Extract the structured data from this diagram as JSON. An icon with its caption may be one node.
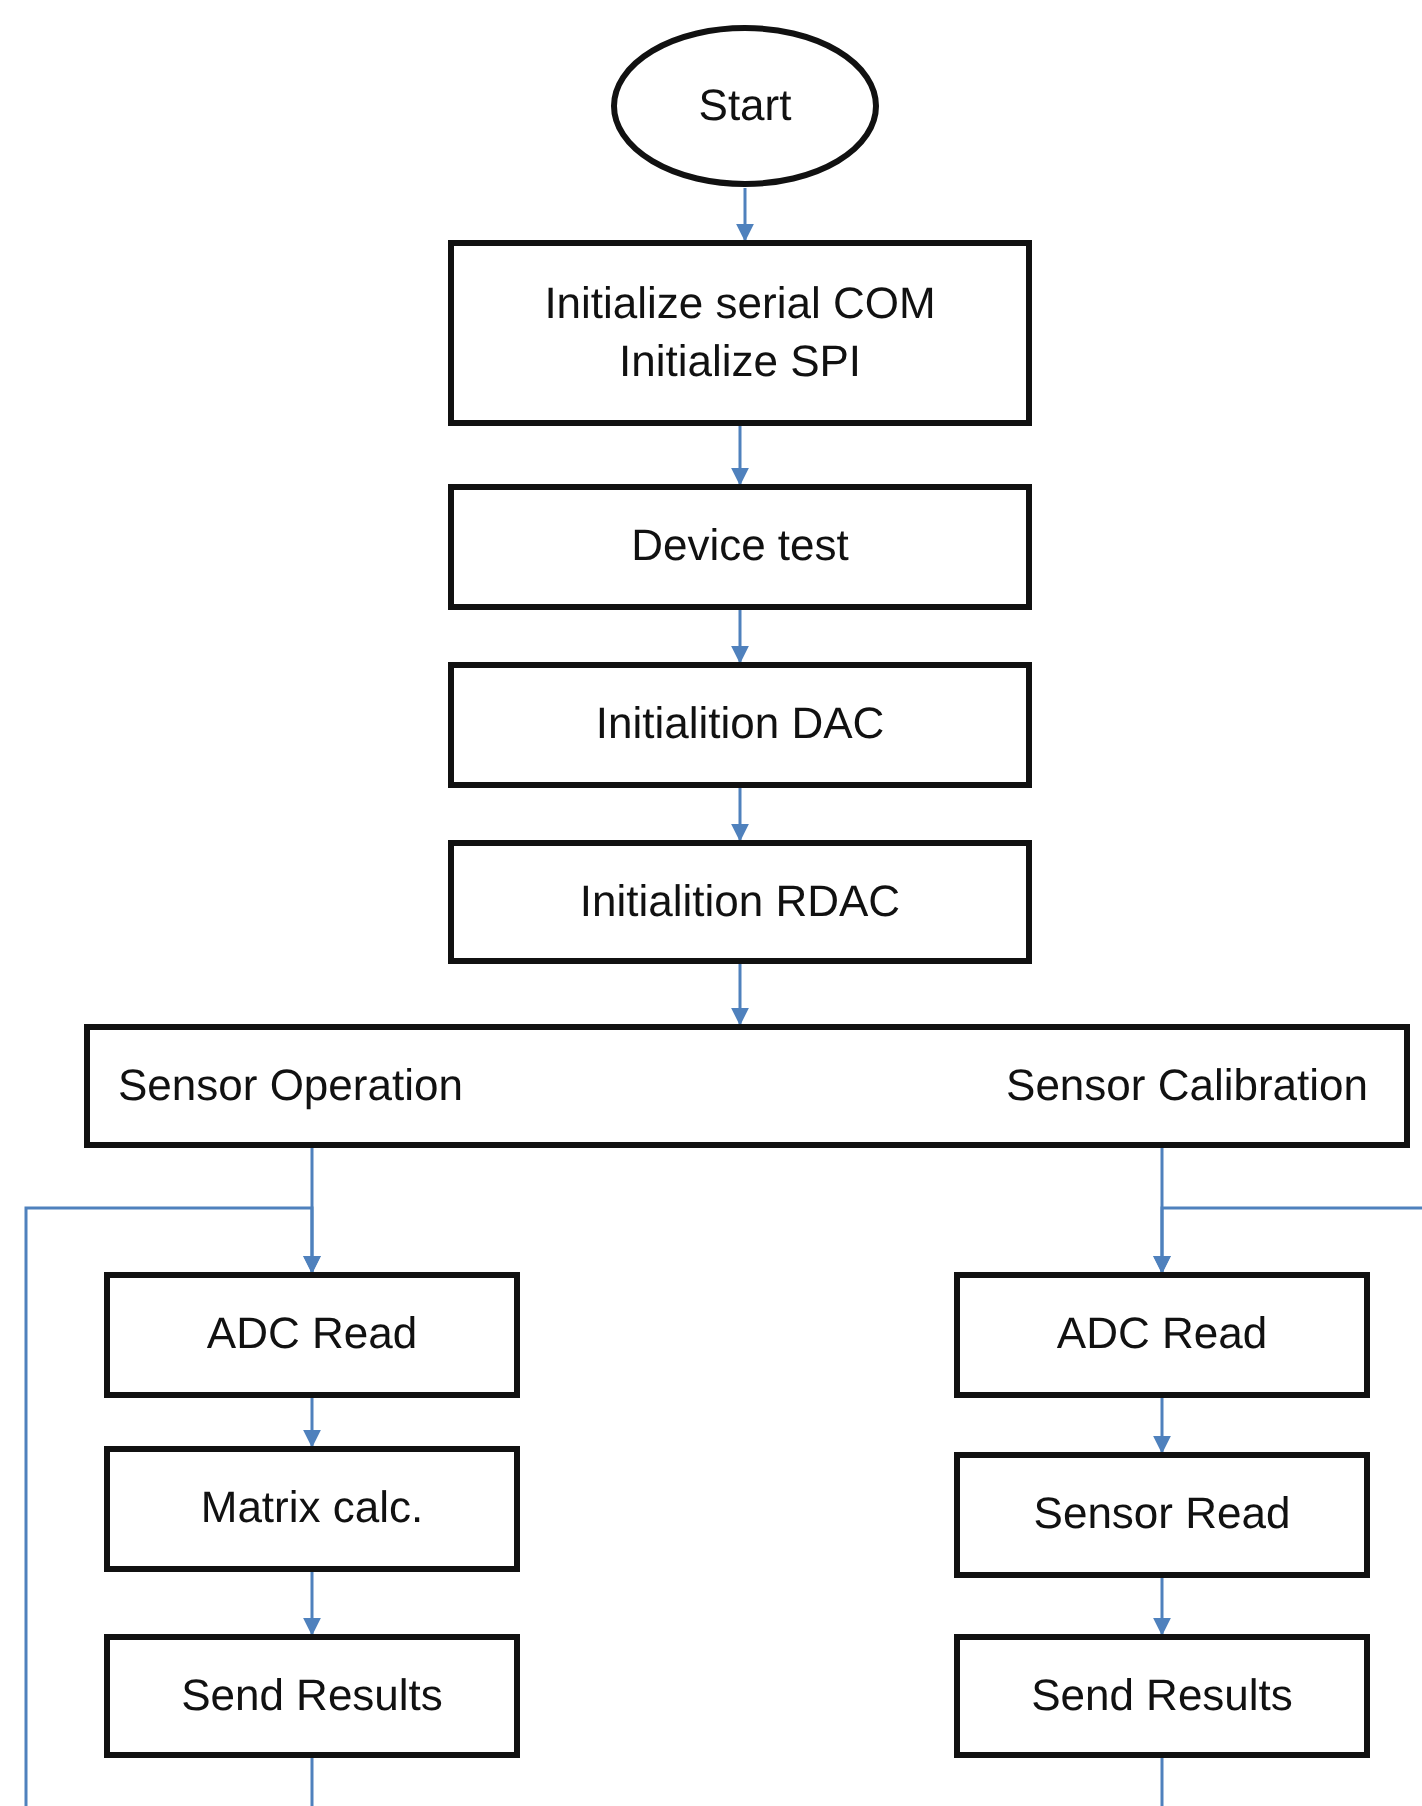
{
  "diagram": {
    "nodes": [
      {
        "text": [
          "Start"
        ]
      },
      {
        "text": [
          "Initialize serial COM",
          "Initialize SPI"
        ]
      },
      {
        "text": [
          "Device test"
        ]
      },
      {
        "text": [
          "Initialition DAC"
        ]
      },
      {
        "text": [
          "Initialition RDAC"
        ]
      },
      {
        "text": [
          "Sensor Operation",
          "Sensor Calibration"
        ]
      },
      {
        "text": [
          "ADC Read"
        ]
      },
      {
        "text": [
          "Matrix calc."
        ]
      },
      {
        "text": [
          "Send Results"
        ]
      },
      {
        "text": [
          "ADC Read"
        ]
      },
      {
        "text": [
          "Sensor Read"
        ]
      },
      {
        "text": [
          "Send Results"
        ]
      }
    ],
    "edges": [
      {
        "from": 0,
        "to": 1,
        "arrow": "to"
      },
      {
        "from": 1,
        "to": 2,
        "arrow": "to"
      },
      {
        "from": 2,
        "to": 3,
        "arrow": "to"
      },
      {
        "from": 3,
        "to": 4,
        "arrow": "to"
      },
      {
        "from": 4,
        "to": 5,
        "arrow": "to"
      },
      {
        "from": 5,
        "to": 6,
        "arrow": "to"
      },
      {
        "from": 6,
        "to": 7,
        "arrow": "to"
      },
      {
        "from": 7,
        "to": 8,
        "arrow": "to"
      },
      {
        "from": 8,
        "to": null,
        "arrow": "none"
      },
      {
        "from": null,
        "to": 6,
        "arrow": "to"
      },
      {
        "from": 5,
        "to": 9,
        "arrow": "to"
      },
      {
        "from": 9,
        "to": 10,
        "arrow": "to"
      },
      {
        "from": 10,
        "to": 11,
        "arrow": "to"
      },
      {
        "from": 11,
        "to": null,
        "arrow": "none"
      },
      {
        "from": null,
        "to": 9,
        "arrow": "to"
      }
    ]
  }
}
